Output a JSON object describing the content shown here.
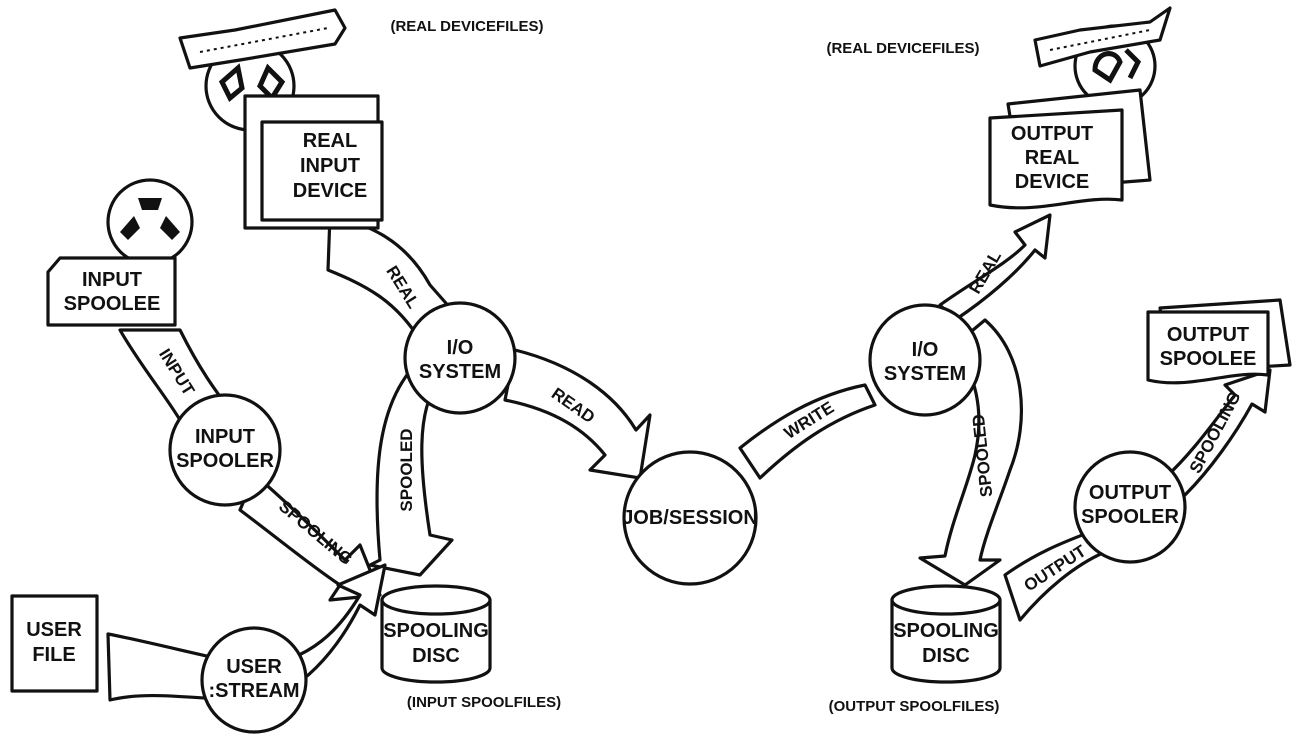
{
  "captions": {
    "real_devicefiles_left": "(REAL DEVICEFILES)",
    "real_devicefiles_right": "(REAL DEVICEFILES)",
    "input_spoolfiles": "(INPUT SPOOLFILES)",
    "output_spoolfiles": "(OUTPUT SPOOLFILES)"
  },
  "nodes": {
    "real_input_device": [
      "REAL",
      "INPUT",
      "DEVICE"
    ],
    "input_spoolee": [
      "INPUT",
      "SPOOLEE"
    ],
    "user_file": [
      "USER",
      "FILE"
    ],
    "io_system_left": [
      "I/O",
      "SYSTEM"
    ],
    "input_spooler": [
      "INPUT",
      "SPOOLER"
    ],
    "user_stream": [
      "USER",
      ":STREAM"
    ],
    "spooling_disc_left": [
      "SPOOLING",
      "DISC"
    ],
    "job_session": "JOB/SESSION",
    "io_system_right": [
      "I/O",
      "SYSTEM"
    ],
    "output_real_device": [
      "OUTPUT",
      "REAL",
      "DEVICE"
    ],
    "output_spoolee": [
      "OUTPUT",
      "SPOOLEE"
    ],
    "output_spooler": [
      "OUTPUT",
      "SPOOLER"
    ],
    "spooling_disc_right": [
      "SPOOLING",
      "DISC"
    ]
  },
  "arrows": {
    "real_left": "REAL",
    "spooled_left": "SPOOLED",
    "read": "READ",
    "input": "INPUT",
    "spooling_left": "SPOOLING",
    "write": "WRITE",
    "real_right": "REAL",
    "spooled_right": "SPOOLED",
    "spooling_right": "SPOOLING",
    "output": "OUTPUT"
  },
  "icons": [
    "tape-reel-icon",
    "punched-tape-icon"
  ]
}
